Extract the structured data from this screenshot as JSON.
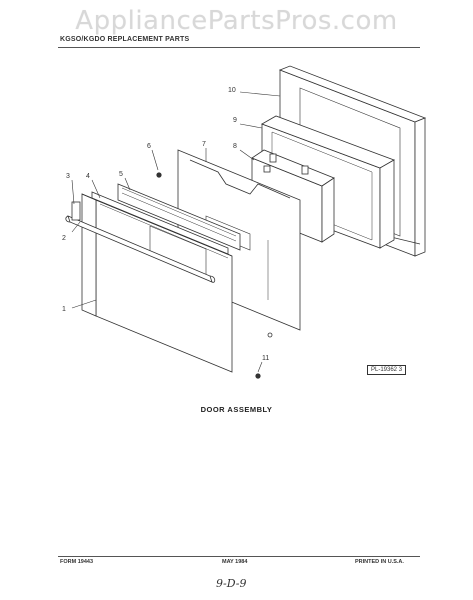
{
  "watermark": "AppliancePartsPros.com",
  "header": {
    "title": "KGSO/KGDO REPLACEMENT PARTS"
  },
  "diagram": {
    "caption": "DOOR ASSEMBLY",
    "plate_id": "PL-19362 3",
    "callouts": [
      "1",
      "2",
      "3",
      "4",
      "5",
      "6",
      "7",
      "8",
      "9",
      "10",
      "11"
    ]
  },
  "footer": {
    "form": "FORM 19443",
    "date": "MAY 1984",
    "printed": "PRINTED IN U.S.A.",
    "handwritten": "9-D-9"
  }
}
